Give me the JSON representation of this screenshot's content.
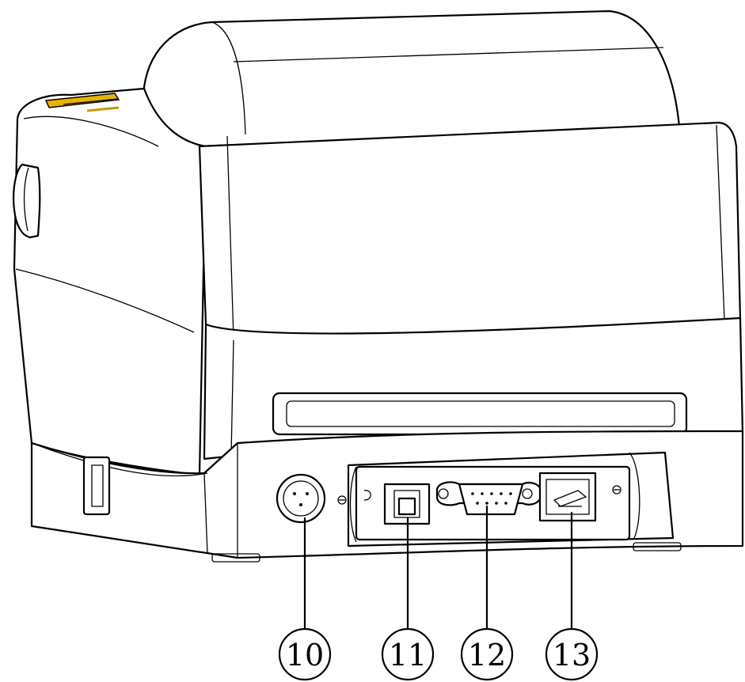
{
  "diagram": {
    "callouts": [
      {
        "id": "10",
        "label": "10",
        "part": "power-socket"
      },
      {
        "id": "11",
        "label": "11",
        "part": "usb-port"
      },
      {
        "id": "12",
        "label": "12",
        "part": "serial-port"
      },
      {
        "id": "13",
        "label": "13",
        "part": "ethernet-port"
      }
    ]
  }
}
